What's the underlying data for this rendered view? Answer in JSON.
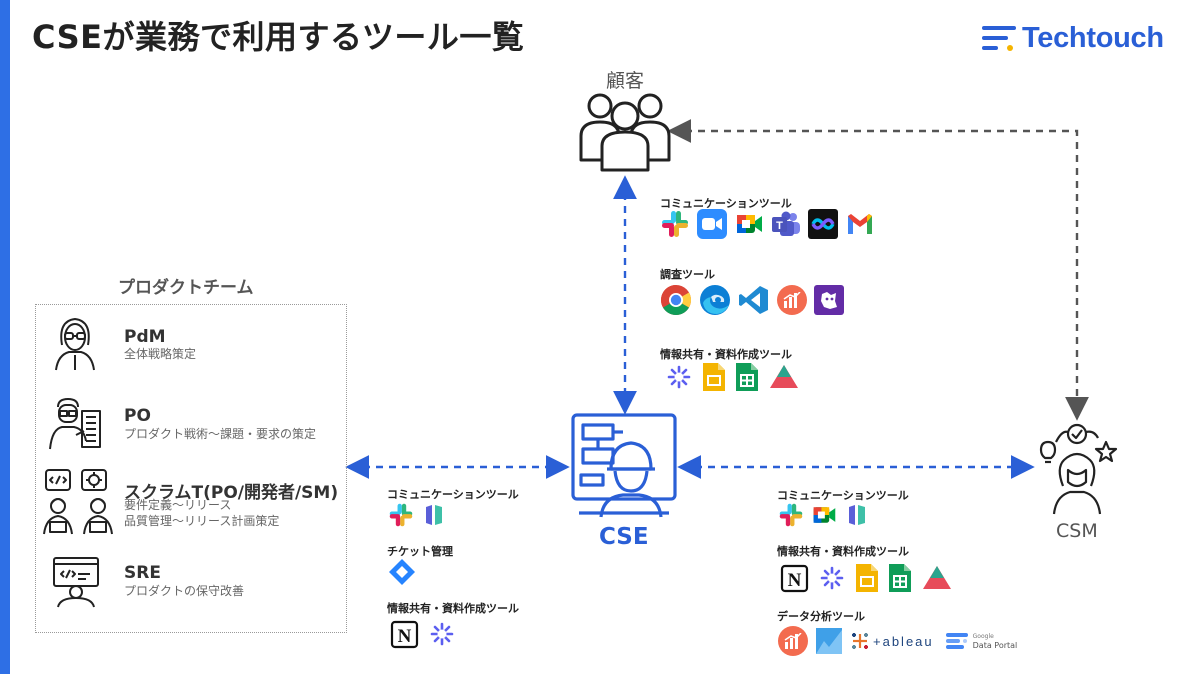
{
  "title": "CSEが業務で利用するツール一覧",
  "logo": {
    "text": "Techtouch",
    "icon": "techtouch-logo-icon"
  },
  "nodes": {
    "customer": "顧客",
    "cse": "CSE",
    "csm": "CSM"
  },
  "team": {
    "title": "プロダクトチーム",
    "roles": [
      {
        "name": "PdM",
        "desc": [
          "全体戦略策定"
        ],
        "icon": "woman-glasses-icon"
      },
      {
        "name": "PO",
        "desc": [
          "プロダクト戦術〜課題・要求の策定"
        ],
        "icon": "man-whiteboard-icon"
      },
      {
        "name": "スクラムT(PO/開発者/SM)",
        "desc": [
          "要件定義〜リリース",
          "品質管理〜リリース計画策定"
        ],
        "icon": "developers-team-icon"
      },
      {
        "name": "SRE",
        "desc": [
          "プロダクトの保守改善"
        ],
        "icon": "engineer-computer-icon"
      }
    ]
  },
  "customer_tools": {
    "communication": {
      "label": "コミュニケーションツール",
      "apps": [
        "slack-icon",
        "zoom-icon",
        "google-meet-icon",
        "microsoft-teams-icon",
        "webex-icon",
        "gmail-icon"
      ]
    },
    "research": {
      "label": "調査ツール",
      "apps": [
        "chrome-icon",
        "edge-icon",
        "vscode-icon",
        "mixpanel-icon",
        "datadog-icon"
      ]
    },
    "sharing": {
      "label": "情報共有・資料作成ツール",
      "apps": [
        "confluence-icon",
        "google-slides-icon",
        "google-sheets-icon",
        "docbase-icon"
      ]
    }
  },
  "team_tools": {
    "communication": {
      "label": "コミュニケーションツール",
      "apps": [
        "slack-icon",
        "linear-icon"
      ]
    },
    "ticket": {
      "label": "チケット管理",
      "apps": [
        "jira-icon"
      ]
    },
    "sharing": {
      "label": "情報共有・資料作成ツール",
      "apps": [
        "notion-icon",
        "confluence-icon"
      ]
    }
  },
  "csm_tools": {
    "communication": {
      "label": "コミュニケーションツール",
      "apps": [
        "slack-icon",
        "google-meet-icon",
        "linear-icon"
      ]
    },
    "sharing": {
      "label": "情報共有・資料作成ツール",
      "apps": [
        "notion-icon",
        "confluence-icon",
        "google-slides-icon",
        "google-sheets-icon",
        "docbase-icon"
      ]
    },
    "analysis": {
      "label": "データ分析ツール",
      "apps": [
        "mixpanel-icon",
        "metabase-icon",
        "tableau-icon",
        "google-data-portal-icon"
      ],
      "tableau_text": "+ableau",
      "dataportal_text": [
        "Google",
        "Data Portal"
      ]
    }
  },
  "colors": {
    "accent": "#2e6fe5",
    "cse": "#2a5fd6",
    "arrow_blue": "#2a5fd6",
    "arrow_gray": "#555555"
  }
}
